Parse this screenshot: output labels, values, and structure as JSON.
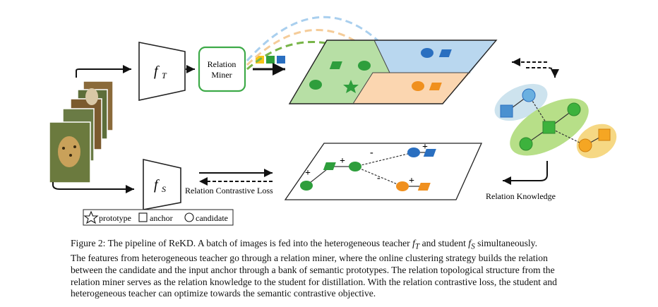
{
  "figure": {
    "teacher_label": "f",
    "teacher_sub": "T",
    "student_label": "f",
    "student_sub": "S",
    "miner_line1": "Relation",
    "miner_line2": "Miner",
    "loss_label": "Relation Contrastive Loss",
    "knowledge_label": "Relation Knowledge",
    "signs": {
      "plus": "+",
      "minus": "-"
    },
    "legend": {
      "prototype": "prototype",
      "anchor": "anchor",
      "candidate": "candidate"
    },
    "colors": {
      "green": "#2e9e3c",
      "blue": "#2a6fc0",
      "orange": "#f0901e",
      "light_green": "#b7dfa5",
      "light_blue": "#b9d7ef",
      "light_orange": "#fbd6b0",
      "miner_border": "#3daa48",
      "yellow": "#f5c418"
    }
  },
  "caption": {
    "p1": "Figure 2: The pipeline of ReKD. A batch of images is fed into the heterogeneous teacher",
    "fT": "f",
    "fT_sub": "T",
    "p2": " and student",
    "fS": "f",
    "fS_sub": "S",
    "p3": " simultaneously.",
    "line2": "The features from heterogeneous teacher go through a relation miner, where the online clustering strategy builds the relation",
    "line3": "between the candidate and the input anchor through a bank of semantic prototypes. The relation topological structure from the",
    "line4": "relation miner serves as the relation knowledge to the student for distillation. With the relation contrastive loss, the student and",
    "line5": "heterogeneous teacher can optimize towards the semantic contrastive objective."
  }
}
